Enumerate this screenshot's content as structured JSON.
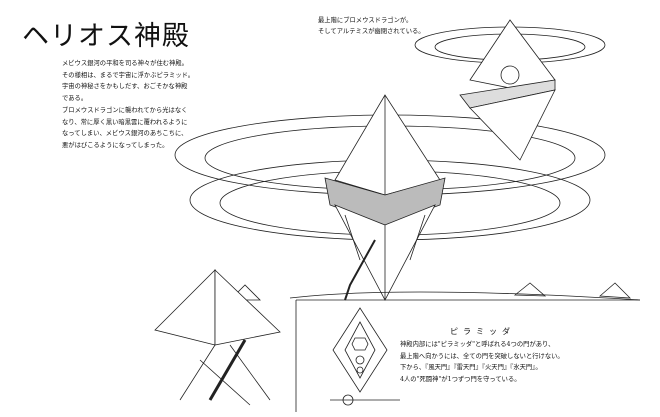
{
  "title": "ヘリオス神殿",
  "description": [
    "メビウス銀河の平和を司る神々が住む神殿。",
    "その様相は、まるで宇宙に浮かぶピラミッド。",
    "宇宙の神秘さをかもしだす、おごそかな神殿",
    "である。",
    "ブロメウスドラゴンに襲われてから光はなく",
    "なり、常に厚く黒い暗黒雲に覆われるように",
    "なってしまい、メビウス銀河のあちこちに、",
    "悪がはびこるようになってしまった。"
  ],
  "top_note": [
    "最上階にブロメウスドラゴンが。",
    "そしてアルテミスが幽閉されている。"
  ],
  "pyramidda": {
    "title": "ピラミッダ",
    "lines": [
      "神殿内部には\"ピラミッダ\"と呼ばれる4つの門があり、",
      "最上階へ向かうには、全ての門を突破しないと行けない。",
      "下から、『風天門』『雷天門』『火天門』『氷天門』。",
      "4人の\"死闘神\"が1つずつ門を守っている。"
    ]
  }
}
